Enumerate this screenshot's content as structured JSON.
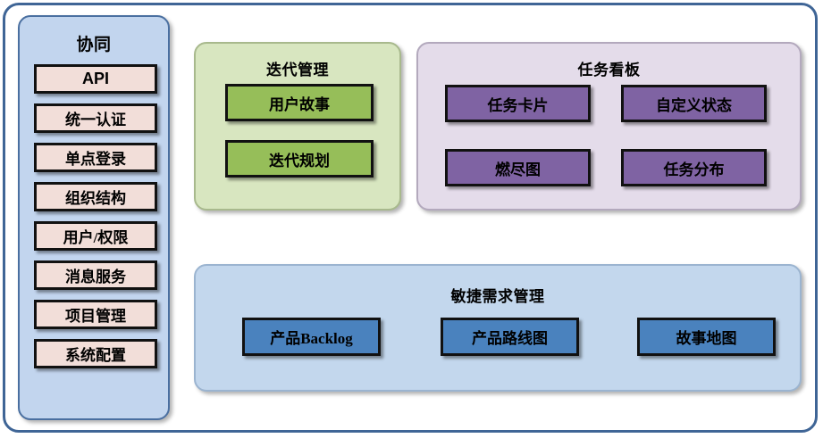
{
  "diagram": {
    "title_visible": false,
    "colors": {
      "frame_border": "#3f6596",
      "sidebar_bg": "#c2d5ee",
      "sidebar_border": "#4a6fa0",
      "pink_node": "#f2ded9",
      "green_panel_bg": "#d8e6c0",
      "green_node": "#96be59",
      "purple_panel_bg": "#e4dcea",
      "purple_node": "#7f63a3",
      "blue_panel_bg": "#c3d7ed",
      "blue_node": "#4a82be",
      "node_border": "#111111"
    }
  },
  "sidebar": {
    "title": "协同",
    "items": [
      {
        "label": "API"
      },
      {
        "label": "统一认证"
      },
      {
        "label": "单点登录"
      },
      {
        "label": "组织结构"
      },
      {
        "label": "用户/权限"
      },
      {
        "label": "消息服务"
      },
      {
        "label": "项目管理"
      },
      {
        "label": "系统配置"
      }
    ]
  },
  "iteration": {
    "title": "迭代管理",
    "items": [
      {
        "label": "用户故事"
      },
      {
        "label": "迭代规划"
      }
    ]
  },
  "taskboard": {
    "title": "任务看板",
    "items": [
      {
        "label": "任务卡片"
      },
      {
        "label": "自定义状态"
      },
      {
        "label": "燃尽图"
      },
      {
        "label": "任务分布"
      }
    ]
  },
  "agile": {
    "title": "敏捷需求管理",
    "items": [
      {
        "label": "产品Backlog"
      },
      {
        "label": "产品路线图"
      },
      {
        "label": "故事地图"
      }
    ]
  }
}
